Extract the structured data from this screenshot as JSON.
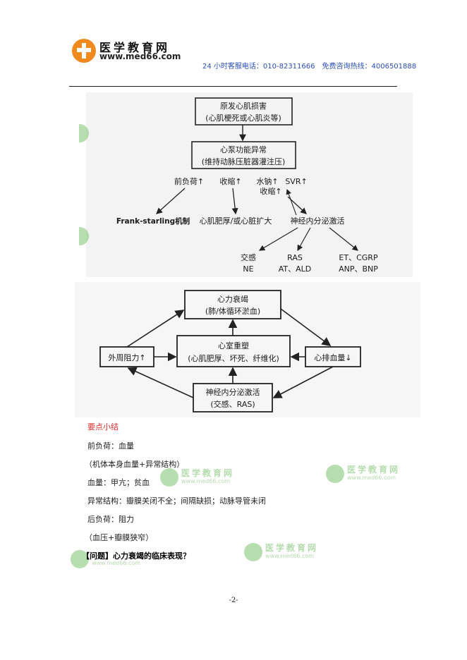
{
  "header": {
    "logo_cn": "医学教育网",
    "logo_url": "www.med66.com",
    "hotline": "24 小时客服电话：010-82311666　免费咨询热线：4006501888"
  },
  "diagram1": {
    "box_top_line1": "原发心肌损害",
    "box_top_line2": "(心肌梗死或心肌炎等)",
    "box_mid_line1": "心泵功能异常",
    "box_mid_line2": "(维持动脉压脏器灌注压)",
    "preload": "前负荷↑",
    "contract": "收缩↑",
    "sodium": "水钠↑",
    "svr": "SVR↑",
    "contract2": "收缩↑",
    "frank": "Frank-starling机制",
    "hypertrophy": "心肌肥厚/或心脏扩大",
    "neuro": "神经内分泌激活",
    "sym_line1": "交感",
    "sym_line2": "NE",
    "ras_line1": "RAS",
    "ras_line2": "AT、ALD",
    "et_line1": "ET、CGRP",
    "et_line2": "ANP、BNP"
  },
  "diagram2": {
    "hf_line1": "心力衰竭",
    "hf_line2": "(肺/体循环淤血)",
    "remodel_line1": "心室重塑",
    "remodel_line2": "(心肌肥厚、坏死、纤维化)",
    "resistance": "外周阻力↑",
    "output": "心排血量↓",
    "neuro_line1": "神经内分泌激活",
    "neuro_line2": "(交感、RAS)"
  },
  "notes": {
    "heading": "要点小结",
    "line1": "前负荷：血量",
    "line2": "（机体本身血量+异常结构）",
    "line3": "血量：甲亢；贫血",
    "line4": "异常结构：瓣膜关闭不全；间隔缺损；动脉导管未闭",
    "line5": "后负荷：阻力",
    "line6": "（血压+瓣膜狭窄）",
    "question": "【问题】心力衰竭的临床表现？"
  },
  "footer": {
    "page": "-2-"
  },
  "watermark": {
    "cn": "医学教育网",
    "url": "www.med66.com"
  },
  "colors": {
    "logo_orange": "#f08a1e",
    "hotline_blue": "#2a4fb8",
    "heading_red": "#e03030",
    "watermark_green": "#78c06a"
  }
}
